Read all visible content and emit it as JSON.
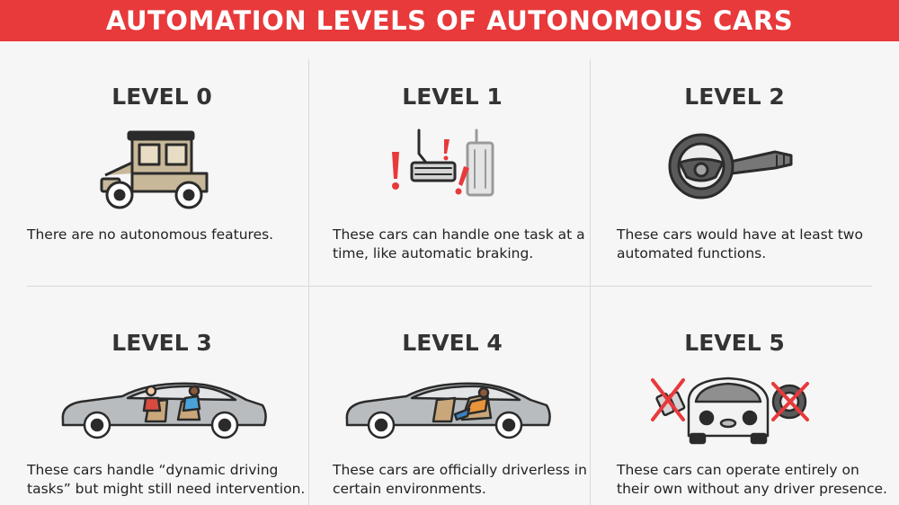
{
  "title": "AUTOMATION LEVELS OF AUTONOMOUS CARS",
  "colors": {
    "banner": "#e8393b",
    "alert": "#e8393b",
    "car_body": "#b9bcbf"
  },
  "levels": [
    {
      "label": "LEVEL 0",
      "description": "There are no autonomous features.",
      "icon": "vintage-car-icon"
    },
    {
      "label": "LEVEL 1",
      "description": "These cars can handle one task at a time, like automatic braking.",
      "icon": "brake-pedals-icon"
    },
    {
      "label": "LEVEL 2",
      "description": "These cars would have at least two automated functions.",
      "icon": "steering-wheel-icon"
    },
    {
      "label": "LEVEL 3",
      "description": "These cars handle “dynamic driving tasks” but might still need intervention.",
      "icon": "sedan-driver-icon"
    },
    {
      "label": "LEVEL 4",
      "description": "These cars are officially driverless in certain environments.",
      "icon": "sedan-reclined-icon"
    },
    {
      "label": "LEVEL 5",
      "description": "These cars can operate entirely on their own without any driver presence.",
      "icon": "self-driving-pod-icon"
    }
  ]
}
